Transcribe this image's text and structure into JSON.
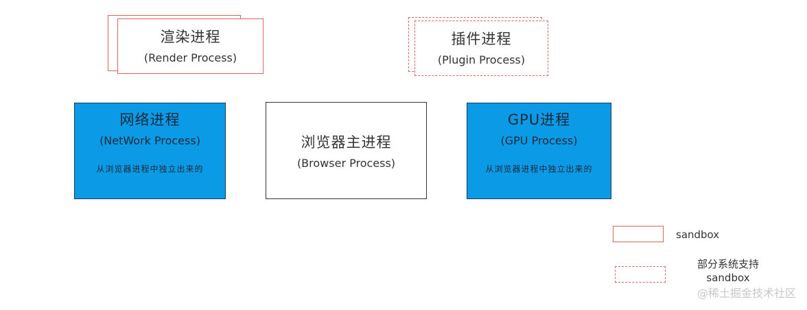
{
  "render_process": {
    "title": "渲染进程",
    "subtitle": "(Render Process)"
  },
  "plugin_process": {
    "title": "插件进程",
    "subtitle": "(Plugin Process)"
  },
  "network_process": {
    "title": "网络进程",
    "subtitle": "(NetWork Process)",
    "note": "从浏览器进程中独立出来的"
  },
  "browser_process": {
    "title": "浏览器主进程",
    "subtitle": "(Browser Process)"
  },
  "gpu_process": {
    "title": "GPU进程",
    "subtitle": "(GPU Process)",
    "note": "从浏览器进程中独立出来的"
  },
  "legend": {
    "solid_label": "sandbox",
    "dashed_label_line1": "部分系统支持",
    "dashed_label_line2": "sandbox"
  },
  "watermark": "@稀土掘金技术社区",
  "colors": {
    "sandbox_border": "#e06363",
    "process_blue": "#0a9ae6",
    "outline_dark": "#333333",
    "watermark": "#c7c7c7"
  }
}
